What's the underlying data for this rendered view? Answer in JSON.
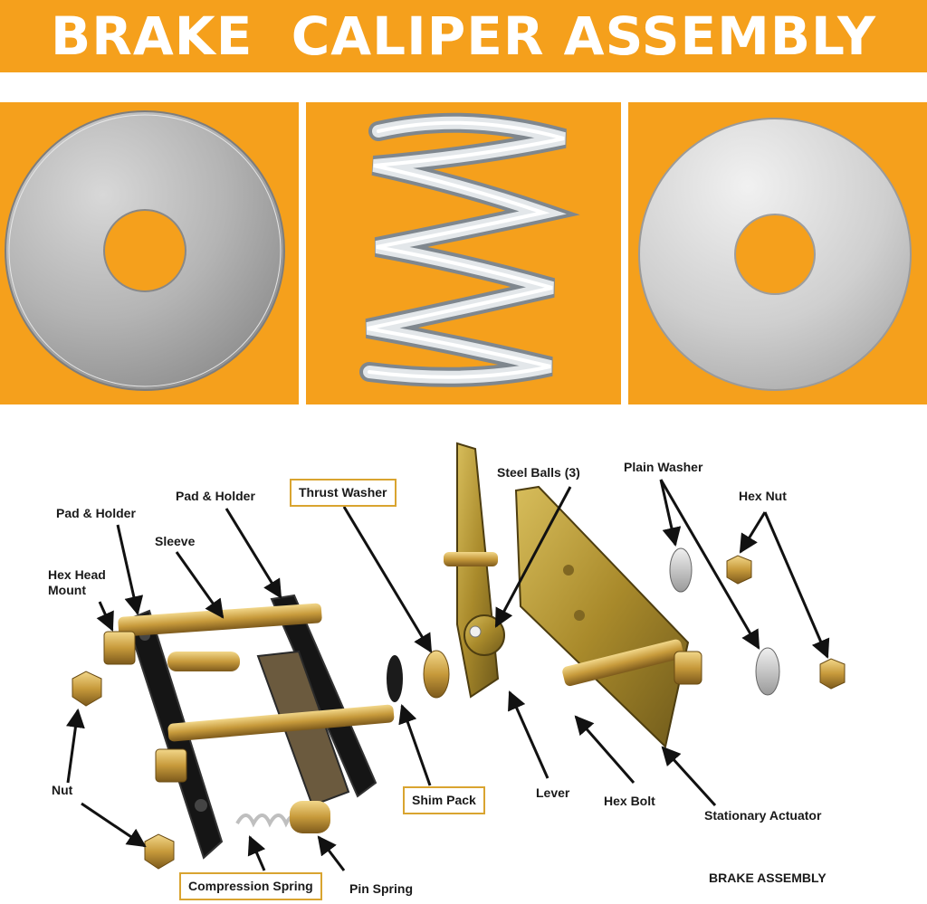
{
  "header": {
    "title": "BRAKE  CALIPER ASSEMBLY"
  },
  "colors": {
    "accent": "#f5a01c",
    "box_border": "#d9a430",
    "text": "#1a1a1a"
  },
  "panels": [
    {
      "item": "washer-photo"
    },
    {
      "item": "compression-spring-photo"
    },
    {
      "item": "washer-photo"
    }
  ],
  "labels": {
    "pad_holder_left": "Pad & Holder",
    "pad_holder_right": "Pad & Holder",
    "sleeve": "Sleeve",
    "hex_head_mount": "Hex Head\nMount",
    "thrust_washer": "Thrust Washer",
    "steel_balls": "Steel Balls (3)",
    "plain_washer": "Plain Washer",
    "hex_nut": "Hex Nut",
    "nut": "Nut",
    "shim_pack": "Shim Pack",
    "lever": "Lever",
    "hex_bolt": "Hex Bolt",
    "stationary_actuator": "Stationary Actuator",
    "compression_spring": "Compression Spring",
    "pin_spring": "Pin Spring",
    "caption": "BRAKE ASSEMBLY"
  }
}
